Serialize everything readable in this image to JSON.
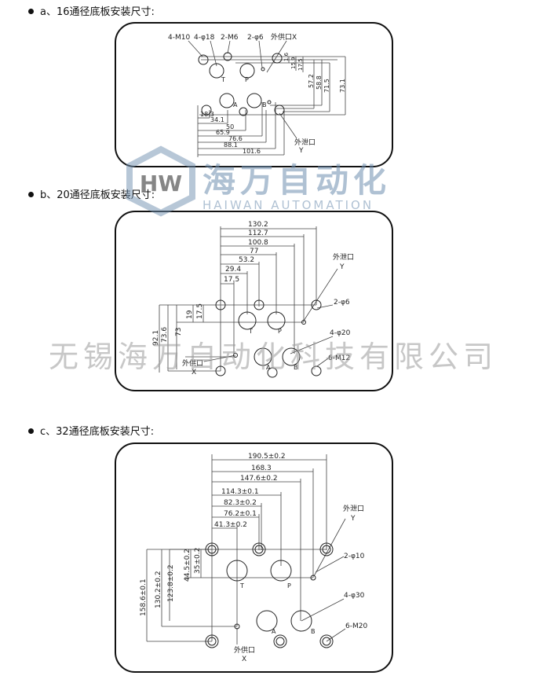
{
  "headings": {
    "a": "a、16通径底板安装尺寸:",
    "b": "b、20通径底板安装尺寸:",
    "c": "c、32通径底板安装尺寸:"
  },
  "watermark": {
    "logo_letters": "HW",
    "cn": "海万自动化",
    "en": "HAIWAN AUTOMATION",
    "company": "无锡海万自动化科技有限公司",
    "color": "#5b7fa6"
  },
  "diagram_a": {
    "labels": {
      "m10": "4-M10",
      "phi18": "4-φ18",
      "m6": "2-M6",
      "phi6": "2-φ6",
      "x_port": "外供口X",
      "y_port": "外泄口",
      "y": "Y",
      "T": "T",
      "P": "P",
      "A": "A",
      "B": "B"
    },
    "h_dims": [
      "18.3",
      "34.1",
      "50",
      "65.9",
      "76.6",
      "88.1",
      "101.6"
    ],
    "v_dims": [
      "1.6",
      "15.9",
      "17.5",
      "57.2",
      "58.8",
      "71.5",
      "73.1"
    ]
  },
  "diagram_b": {
    "labels": {
      "y_port": "外泄口",
      "y": "Y",
      "phi6": "2-φ6",
      "phi20": "4-φ20",
      "m12": "6-M12",
      "x_port": "外供口",
      "x": "X",
      "T": "T",
      "P": "P",
      "A": "A",
      "B": "B"
    },
    "h_dims": [
      "130.2",
      "112.7",
      "100.8",
      "77",
      "53.2",
      "29.4",
      "17.5"
    ],
    "v_dims": [
      "92.1",
      "73.6",
      "73",
      "19",
      "17.5"
    ]
  },
  "diagram_c": {
    "labels": {
      "y_port": "外泄口",
      "y": "Y",
      "phi10": "2-φ10",
      "phi30": "4-φ30",
      "m20": "6-M20",
      "x_port": "外供口",
      "x": "X",
      "T": "T",
      "P": "P",
      "A": "A",
      "B": "B"
    },
    "h_dims": [
      "190.5±0.2",
      "168.3",
      "147.6±0.2",
      "114.3±0.1",
      "82.3±0.2",
      "76.2±0.1",
      "41.3±0.2"
    ],
    "v_dims": [
      "158.6±0.1",
      "130.2±0.2",
      "123.8±0.2",
      "44.5±0.2",
      "35±0.2"
    ]
  }
}
